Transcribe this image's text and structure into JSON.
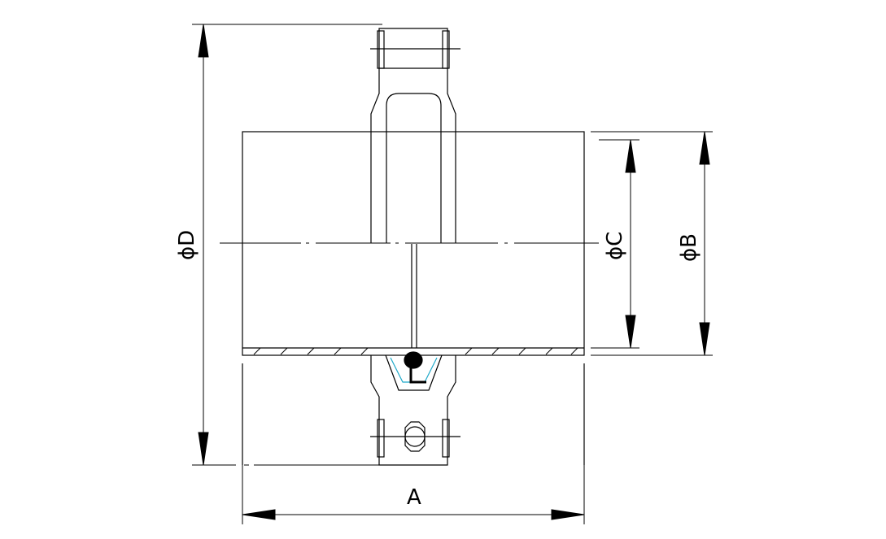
{
  "drawing": {
    "labels": {
      "length": "A",
      "outer_diameter_b": "ϕB",
      "inner_diameter_c": "ϕC",
      "clamp_diameter_d": "ϕD"
    },
    "colors": {
      "line": "#000000",
      "accent": "#1fa9c9",
      "background": "#ffffff"
    }
  }
}
